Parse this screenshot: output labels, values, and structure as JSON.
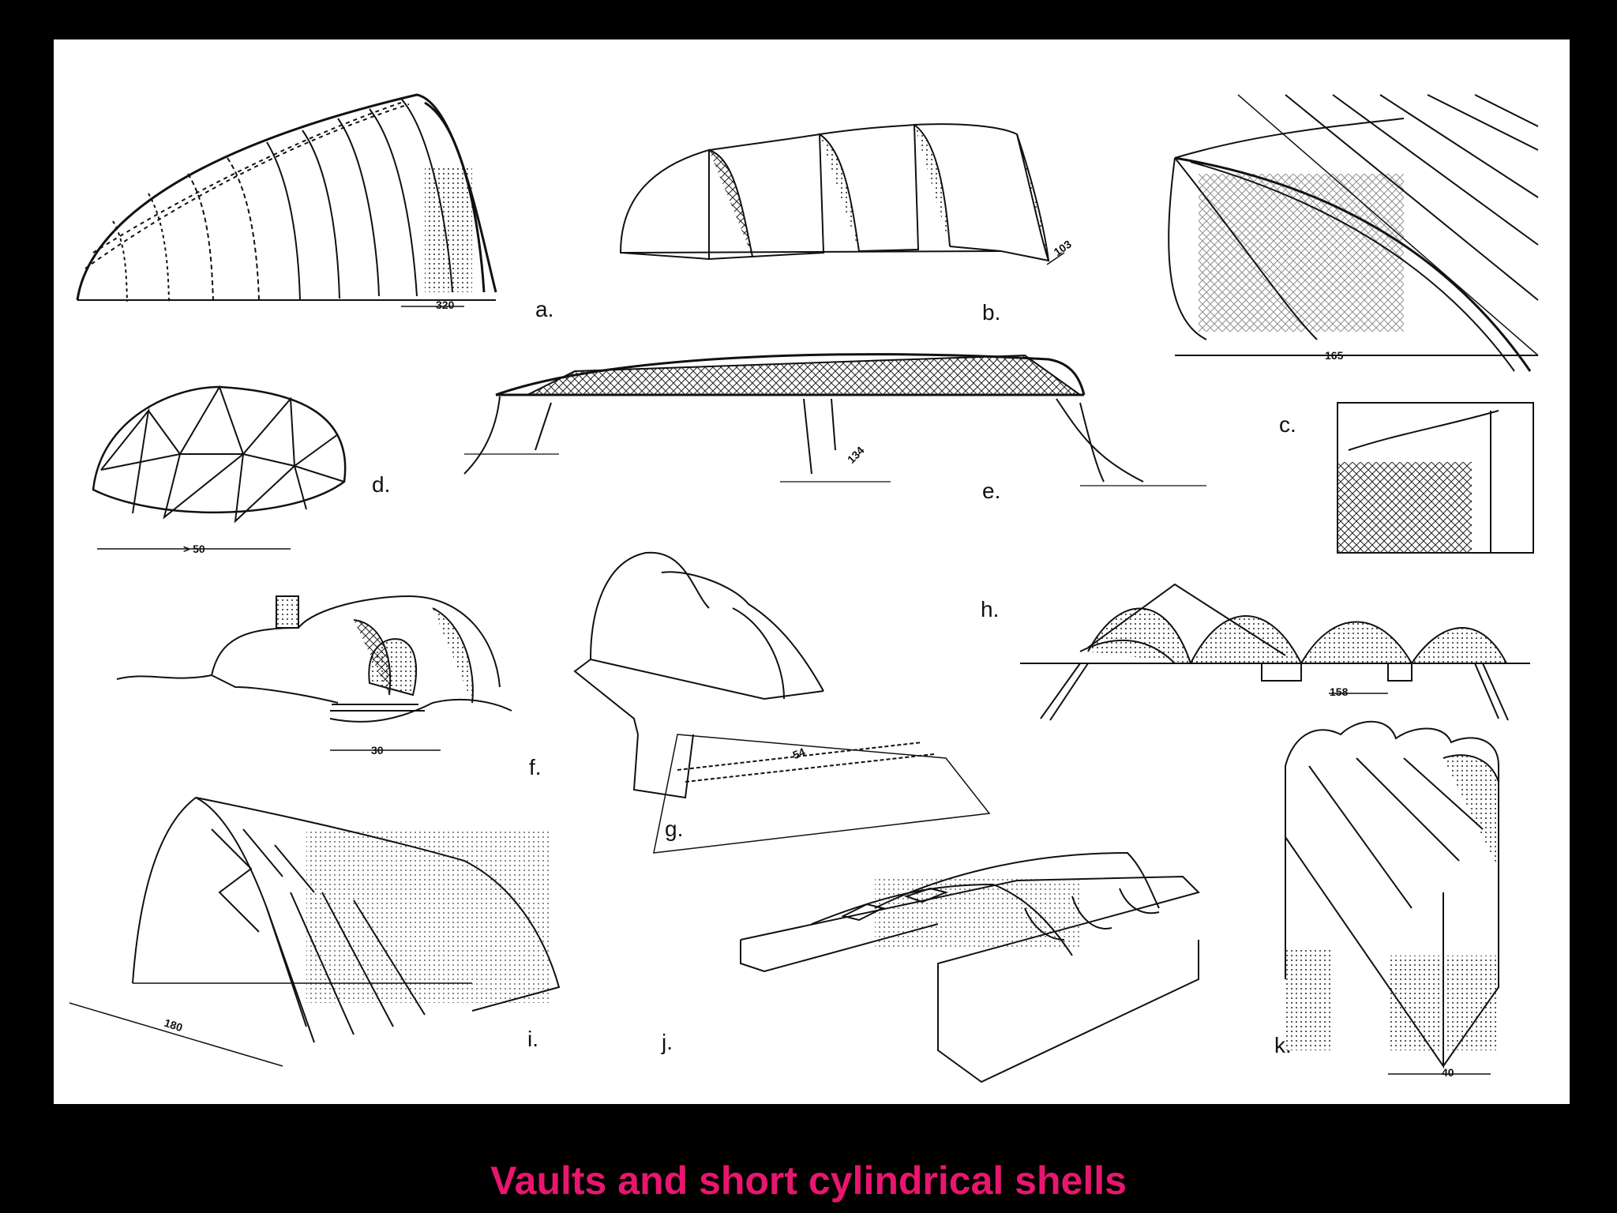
{
  "caption": "Vaults and short cylindrical shells",
  "caption_color": "#e8166e",
  "labels": {
    "a": "a.",
    "b": "b.",
    "c": "c.",
    "d": "d.",
    "e": "e.",
    "f": "f.",
    "g": "g.",
    "h": "h.",
    "i": "i.",
    "j": "j.",
    "k": "k."
  },
  "dimensions": {
    "a": "320",
    "b": "103",
    "c": "165",
    "d": "> 50",
    "e": "134",
    "f": "30",
    "g": "54",
    "h": "158",
    "i": "180",
    "k": "40"
  }
}
